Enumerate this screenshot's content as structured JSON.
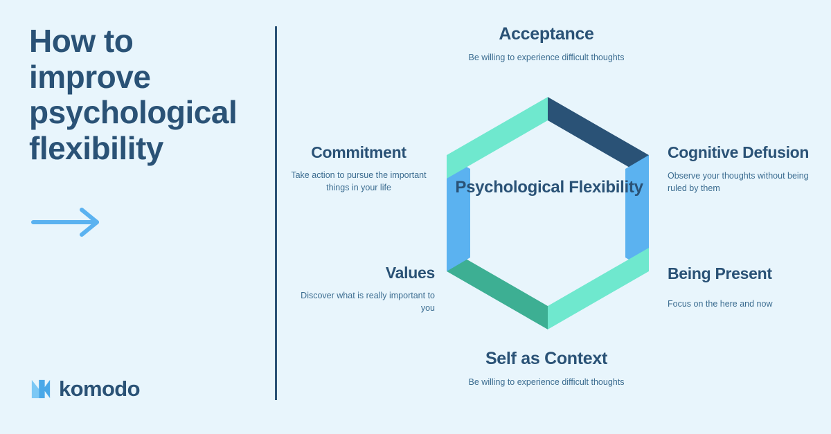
{
  "page": {
    "background_color": "#e8f5fc",
    "accent_dark": "#2a5276",
    "accent_blue": "#5bb2f0",
    "accent_mint": "#6fe8ce",
    "accent_teal": "#3daf93"
  },
  "left": {
    "headline": "How to improve psychological flexibility",
    "arrow_icon": "arrow-right-icon",
    "logo": {
      "mark_icon": "komodo-k-logo-icon",
      "wordmark": "komodo"
    }
  },
  "diagram": {
    "center_label": "Psychological Flexibility",
    "hexagon": {
      "segments": [
        {
          "name": "top-right",
          "color": "#2a5276"
        },
        {
          "name": "right",
          "color": "#5bb2f0"
        },
        {
          "name": "bottom-right",
          "color": "#6fe8ce"
        },
        {
          "name": "bottom-left",
          "color": "#3daf93"
        },
        {
          "name": "left",
          "color": "#5bb2f0"
        },
        {
          "name": "top-left",
          "color": "#6fe8ce"
        }
      ]
    },
    "nodes": [
      {
        "id": "acceptance",
        "title": "Acceptance",
        "desc": "Be willing to experience difficult thoughts"
      },
      {
        "id": "cognitive-defusion",
        "title": "Cognitive Defusion",
        "desc": "Observe your thoughts without being ruled by them"
      },
      {
        "id": "being-present",
        "title": "Being Present",
        "desc": "Focus on the here and now"
      },
      {
        "id": "self-as-context",
        "title": "Self as Context",
        "desc": "Be willing to experience difficult thoughts"
      },
      {
        "id": "values",
        "title": "Values",
        "desc": "Discover what is really important to you"
      },
      {
        "id": "commitment",
        "title": "Commitment",
        "desc": "Take action to pursue the important things in your life"
      }
    ]
  }
}
